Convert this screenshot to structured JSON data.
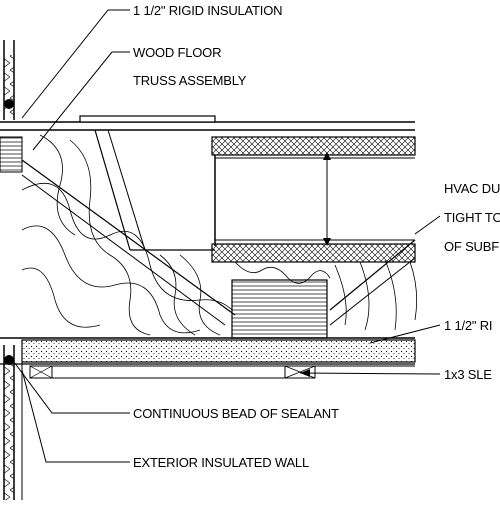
{
  "labels": {
    "rigid_insulation_top": "1 1/2\" RIGID INSULATION",
    "wood_floor_1": "WOOD FLOOR",
    "wood_floor_2": "TRUSS ASSEMBLY",
    "hvac_1": "HVAC DU",
    "hvac_2": "TIGHT TO",
    "hvac_3": "OF SUBF",
    "rigid_insulation_right": "1 1/2\" RI",
    "sleeper": "1x3 SLE",
    "sealant": "CONTINUOUS BEAD OF SEALANT",
    "exterior_wall": "EXTERIOR INSULATED WALL"
  },
  "colors": {
    "line": "#000000",
    "background": "#ffffff"
  }
}
